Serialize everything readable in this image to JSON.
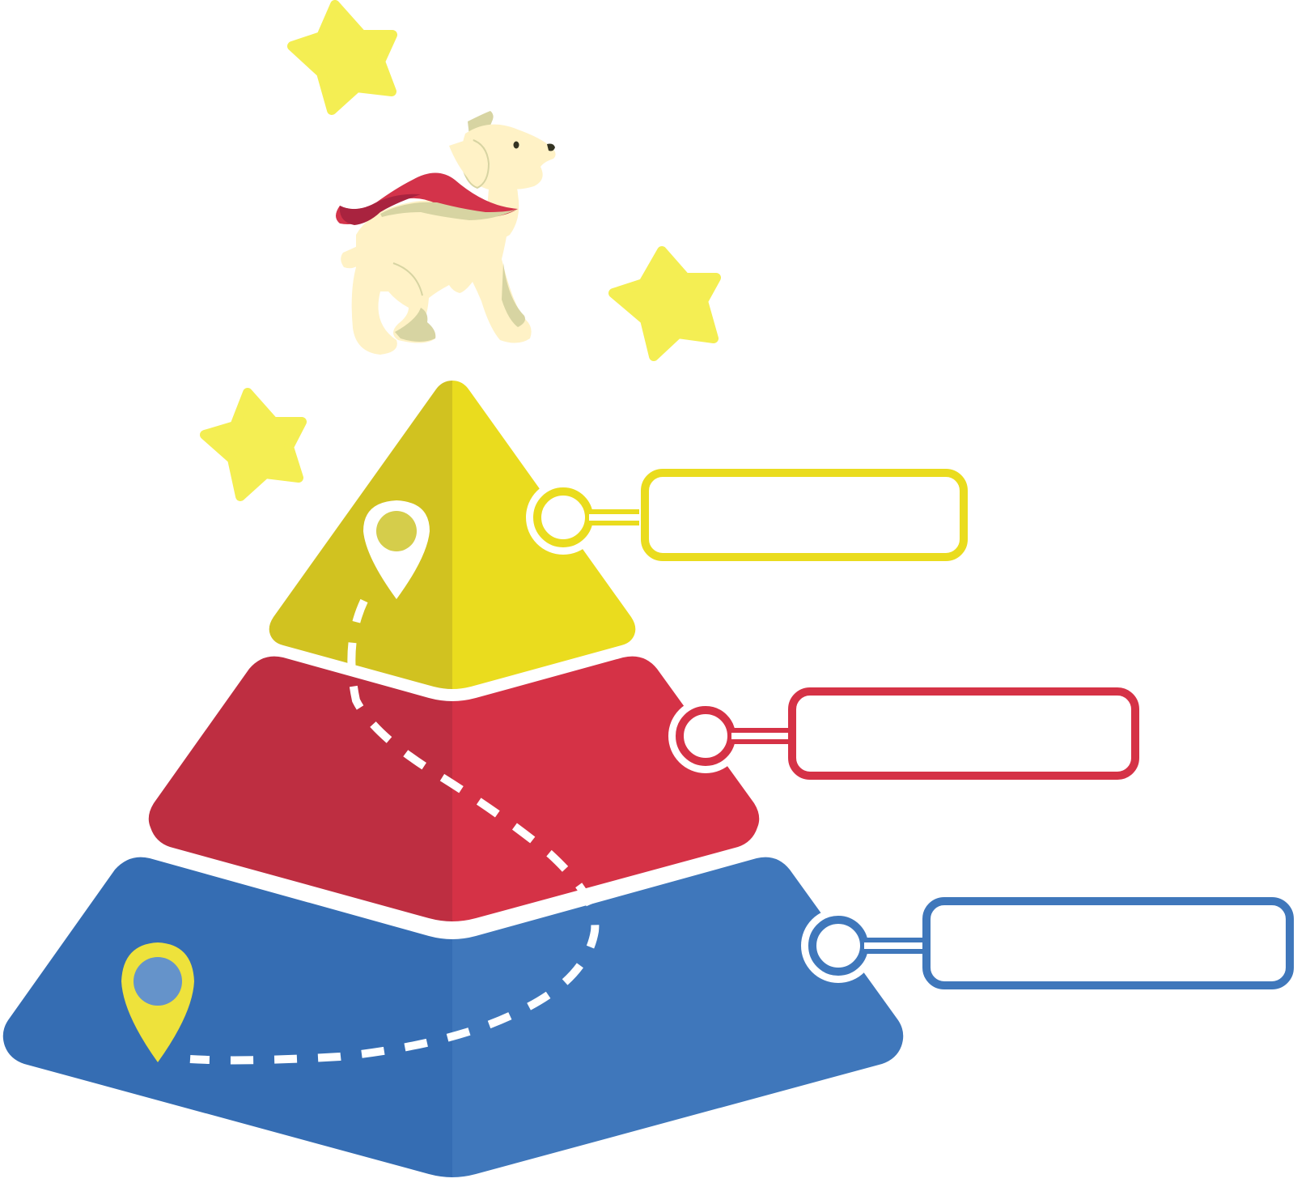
{
  "diagram": {
    "type": "pyramid-infographic",
    "levels": [
      {
        "id": "top",
        "color_left": "#D1C220",
        "color_right": "#EADC1E",
        "box_color": "#EADC1E",
        "box_text": ""
      },
      {
        "id": "middle",
        "color_left": "#BE2E41",
        "color_right": "#D53246",
        "box_color": "#D53246",
        "box_text": ""
      },
      {
        "id": "bottom",
        "color_left": "#356DB3",
        "color_right": "#3F77BB",
        "box_color": "#3F77BB",
        "box_text": ""
      }
    ],
    "decorations": {
      "star_color": "#F4EE53",
      "dog_color": "#FFF2C6",
      "cape_color": "#D3334A",
      "path_color": "#FFFFFF"
    },
    "icons": [
      "star-icon",
      "dog-illustration",
      "map-pin-icon",
      "dashed-route"
    ]
  }
}
